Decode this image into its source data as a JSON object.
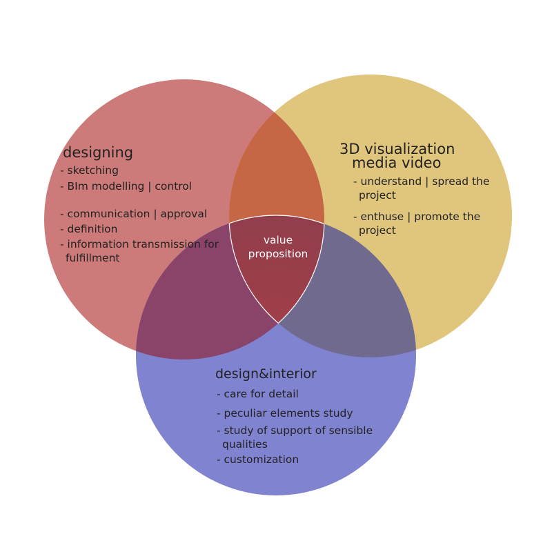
{
  "colors": {
    "designing": "#cd7a7a",
    "visualization": "#e0c57c",
    "interior": "#7f83d0",
    "designing_visualization": "#c56745",
    "designing_interior": "#8a4469",
    "visualization_interior": "#6f6a8e",
    "center": "#97414b",
    "outline": "#ffffff"
  },
  "designing": {
    "title": "designing",
    "items": [
      "- sketching",
      "- BIm modelling | control",
      "- communication | approval",
      "- definition",
      "- information transmission for",
      "fulfillment"
    ]
  },
  "visualization": {
    "title_line1": "3D visualization",
    "title_line2": "media video",
    "items": [
      "- understand | spread the",
      "project",
      "- enthuse | promote the",
      "project"
    ]
  },
  "interior": {
    "title": "design&interior",
    "items": [
      "- care for detail",
      "- peculiar elements study",
      "- study of support of sensible",
      "qualities",
      "- customization"
    ]
  },
  "center": {
    "line1": "value",
    "line2": "proposition"
  }
}
